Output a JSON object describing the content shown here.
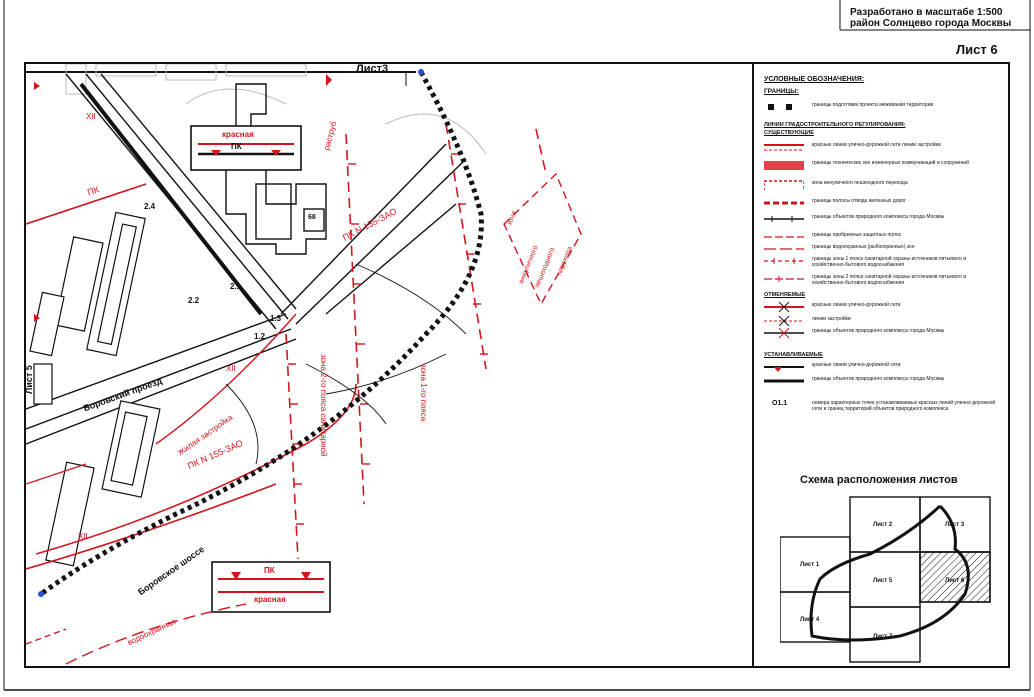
{
  "header": {
    "line1": "Разработано в масштабе 1:500",
    "line2": "район Солнцево города Москвы",
    "sheet_title": "Лист 6"
  },
  "map": {
    "sheet_ref_top": "Лист3",
    "sheet_ref_left": "Лист 5",
    "labels": {
      "red_box_top_1": "красная",
      "red_box_top_2": "ПК",
      "red_box_bottom_1": "ПК",
      "red_box_bottom_2": "красная",
      "pk_zao_upper": "ПК N 155-ЗАО",
      "pk_zao_lower": "ПК N 155-ЗАО",
      "pk_left": "ПК",
      "borovsky_proezd": "Боровский проезд",
      "borovskoe_shosse": "Боровское шоссе",
      "zhilaya_zastroyka": "Жилая застройка",
      "zone_2": "зона 2-го пояса санитарной",
      "zone_1": "зона 1-го пояса",
      "zone_pereezd_1": "зона",
      "zone_pereezd_2": "внеуличного",
      "zone_pereezd_3": "пешеходного",
      "zone_pereezd_4": "перехода",
      "vodookhrannaya": "водоохранная",
      "rastrub": "раструб",
      "point_24": "2.4",
      "point_22": "2.2",
      "point_21": "2.1",
      "point_13": "1.3",
      "point_12": "1.2",
      "building_num": "68",
      "xii_1": "XII",
      "xii_2": "XII",
      "xii_3": "XII"
    }
  },
  "legend": {
    "title": "УСЛОВНЫЕ ОБОЗНАЧЕНИЯ:",
    "boundaries_head": "ГРАНИЦЫ:",
    "row_project_boundary": "границы подготовки проекта межевания территории",
    "regulation_head": "ЛИНИИ ГРАДОСТРОИТЕЛЬНОГО РЕГУЛИРОВАНИЯ:",
    "existing_head": "СУЩЕСТВУЮЩИЕ",
    "rows_existing": [
      "красные линии улично-дорожной сети линии застройки",
      "границы технических зон инженерных коммуникаций и сооружений",
      "зона внеуличного пешеходного перехода",
      "границы полосы отвода железных дорог",
      "границы объектов природного комплекса города Москвы",
      "границы прибрежных защитных полос",
      "границы водоохранных (рыбоохранных) зон",
      "границы зоны 1 пояса санитарной охраны источников питьевого и хозяйственно-бытового водоснабжения",
      "границы зоны 2 пояса санитарной охраны источников питьевого и хозяйственно-бытового водоснабжения"
    ],
    "cancelled_head": "ОТМЕНЯЕМЫЕ",
    "rows_cancelled": [
      "красные линии улично-дорожной сети",
      "линии застройки",
      "границы объектов природного комплекса города Москвы"
    ],
    "established_head": "УСТАНАВЛИВАЕМЫЕ",
    "rows_established": [
      "красные линии улично-дорожной сети",
      "границы объектов природного комплекса города Москвы"
    ],
    "point_symbol": "О1.1",
    "point_text": "номера характерных точек устанавливаемых красных линий улично-дорожной сети и границ территорий объектов природного комплекса"
  },
  "scheme": {
    "title": "Схема расположения листов",
    "cells": [
      "Лист 2",
      "Лист 3",
      "Лист 1",
      "Лист 5",
      "Лист 6",
      "Лист 4",
      "Лист 7"
    ],
    "highlighted": "Лист 6"
  },
  "colors": {
    "red": "#d4141c",
    "black": "#111111",
    "blue_marker": "#2b4fd6"
  }
}
